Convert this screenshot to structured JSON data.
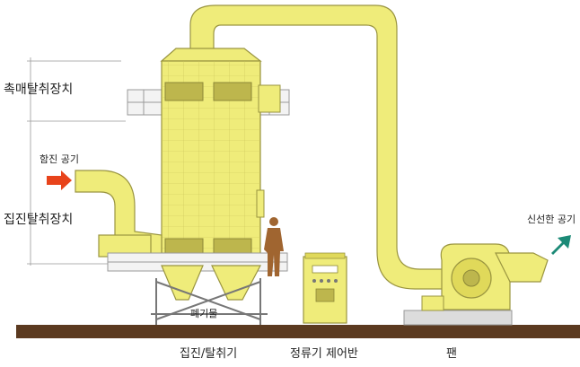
{
  "labels": {
    "catalyst_unit": "촉매탈취장치",
    "collection_unit": "집진탈취장치",
    "contaminated_air": "함진 공기",
    "fresh_air": "신선한 공기",
    "waste": "폐기물",
    "collector": "집진/탈취기",
    "controller": "정류기 제어반",
    "fan": "팬"
  },
  "colors": {
    "equipment": "#efec7a",
    "equipment_dark": "#e0d95a",
    "outline": "#9a9540",
    "panel": "#bdb64d",
    "ground": "#5b3a20",
    "inlet_arrow": "#e8431b",
    "outlet_arrow": "#1c8a77",
    "person": "#a06530"
  },
  "icons": {
    "inlet": "arrow-right-icon",
    "outlet": "arrow-up-right-icon",
    "person": "person-icon"
  }
}
